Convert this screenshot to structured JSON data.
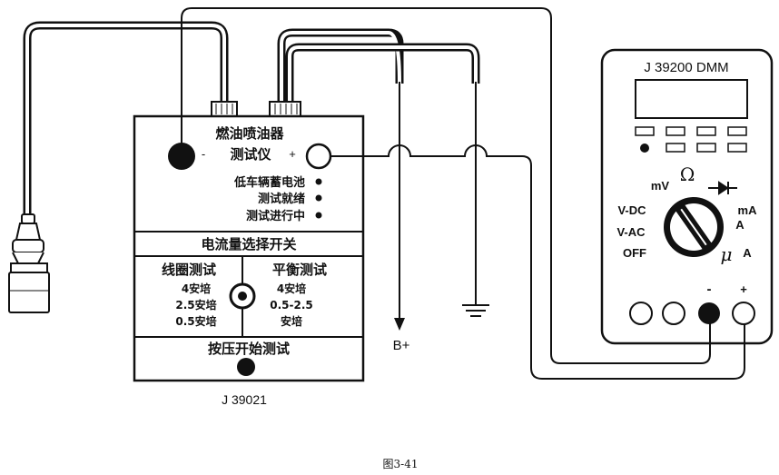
{
  "tester": {
    "title_line1": "燃油喷油器",
    "minus": "-",
    "title_line2": "测试仪",
    "plus": "+",
    "ind_low_battery": "低车辆蓄电池",
    "ind_ready": "测试就绪",
    "ind_in_progress": "测试进行中",
    "current_select": "电流量选择开关",
    "coil_test": "线圈测试",
    "coil_opt1": "4安培",
    "coil_opt2": "2.5安培",
    "coil_opt3": "0.5安培",
    "balance_test": "平衡测试",
    "bal_opt1": "4安培",
    "bal_opt2": "0.5-2.5",
    "bal_opt3": "安培",
    "press_start": "按压开始测试",
    "model": "J 39021"
  },
  "battery_label": "B+",
  "dmm": {
    "model": "J 39200 DMM",
    "mv": "mV",
    "ohm": "Ω",
    "vdc": "V-DC",
    "vac": "V-AC",
    "off": "OFF",
    "ma": "mA",
    "a": "A",
    "ua_mu": "μ",
    "ua_a": "A",
    "minus": "-",
    "plus": "+"
  },
  "caption": "图3-41"
}
